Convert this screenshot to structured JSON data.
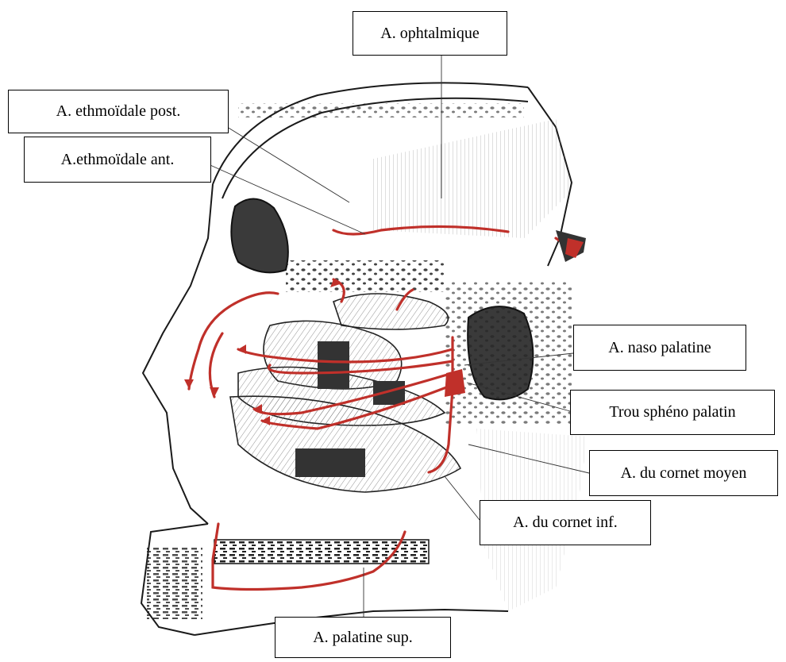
{
  "labels": {
    "ophtalmique": "A. ophtalmique",
    "ethmoidale_post": "A. ethmoïdale post.",
    "ethmoidale_ant": "A.ethmoïdale ant.",
    "naso_palatine": "A. naso palatine",
    "spheno_palatin": "Trou sphéno palatin",
    "cornet_moyen": "A. du cornet moyen",
    "cornet_inf": "A. du cornet inf.",
    "palatine_sup": "A. palatine sup."
  },
  "colors": {
    "artery": "#c0302a",
    "ink": "#1a1a1a",
    "bone_dark": "#3b3b3b",
    "background": "#ffffff"
  }
}
